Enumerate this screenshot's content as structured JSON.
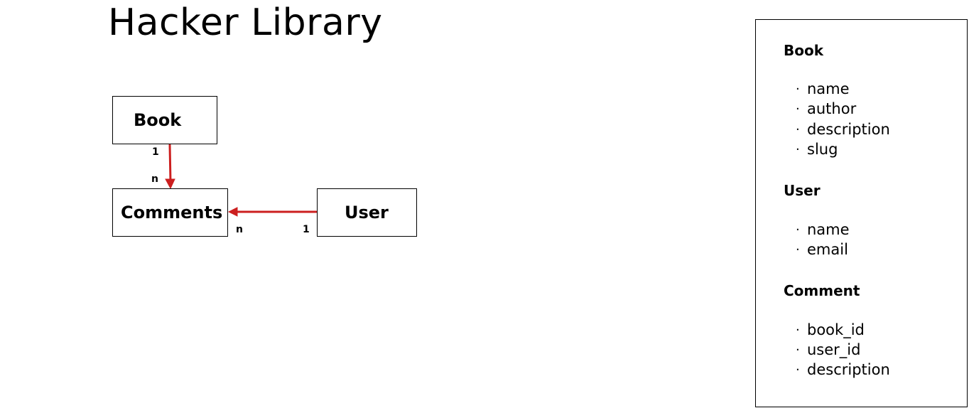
{
  "title": "Hacker Library",
  "diagram": {
    "entities": {
      "book": "Book",
      "comments": "Comments",
      "user": "User"
    },
    "relations": [
      {
        "from": "Book",
        "to": "Comments",
        "from_card": "1",
        "to_card": "n"
      },
      {
        "from": "User",
        "to": "Comments",
        "from_card": "1",
        "to_card": "n"
      }
    ],
    "arrow_color": "#cc1f1f"
  },
  "schema": [
    {
      "name": "Book",
      "fields": [
        "name",
        "author",
        "description",
        "slug"
      ]
    },
    {
      "name": "User",
      "fields": [
        "name",
        "email"
      ]
    },
    {
      "name": "Comment",
      "fields": [
        "book_id",
        "user_id",
        "description"
      ]
    }
  ]
}
